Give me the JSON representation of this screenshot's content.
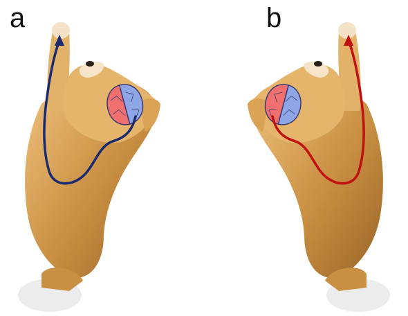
{
  "panels": [
    {
      "id": "a",
      "label": "a",
      "pathway_color": "#1a2a6c",
      "origin_side": "right"
    },
    {
      "id": "b",
      "label": "b",
      "pathway_color": "#c01010",
      "origin_side": "left"
    }
  ],
  "colors": {
    "fur_light": "#e8b870",
    "fur_mid": "#c98f42",
    "fur_dark": "#9a6428",
    "brain_left": "#f07070",
    "brain_right": "#8fa6e6",
    "brain_outline": "#3a3a70",
    "paw_pad": "#eeeeee"
  }
}
